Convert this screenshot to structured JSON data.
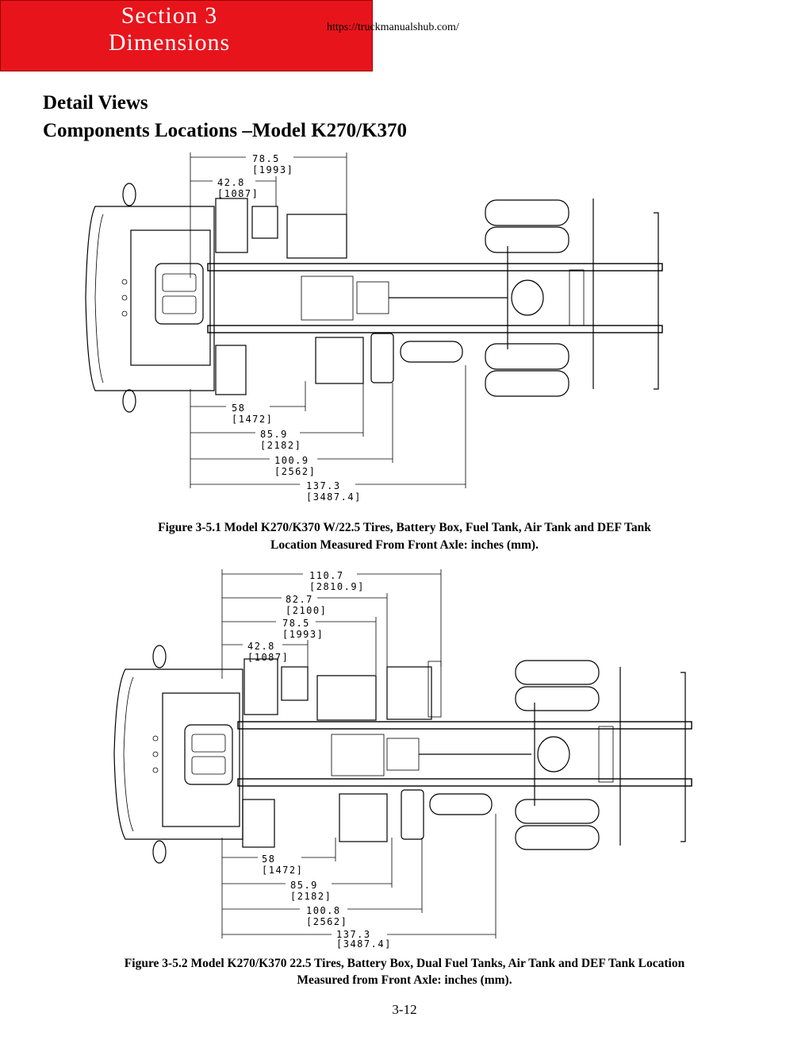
{
  "header": {
    "section_line1": "Section 3",
    "section_line2": "Dimensions",
    "url": "https://truckmanualshub.com/"
  },
  "heading": {
    "title": "Detail Views",
    "subtitle": "Components Locations –Model K270/K370"
  },
  "figure1": {
    "dimensions": [
      {
        "in": "78.5",
        "mm": "[1993]"
      },
      {
        "in": "42.8",
        "mm": "[1087]"
      },
      {
        "in": "58",
        "mm": "[1472]"
      },
      {
        "in": "85.9",
        "mm": "[2182]"
      },
      {
        "in": "100.9",
        "mm": "[2562]"
      },
      {
        "in": "137.3",
        "mm": "[3487.4]"
      }
    ],
    "caption_line1": "Figure  3-5.1 Model K270/K370 W/22.5 Tires, Battery Box, Fuel Tank, Air Tank and DEF Tank",
    "caption_line2": "Location Measured From Front Axle: inches (mm)."
  },
  "figure2": {
    "dimensions": [
      {
        "in": "110.7",
        "mm": "[2810.9]"
      },
      {
        "in": "82.7",
        "mm": "[2100]"
      },
      {
        "in": "78.5",
        "mm": "[1993]"
      },
      {
        "in": "42.8",
        "mm": "[1087]"
      },
      {
        "in": "58",
        "mm": "[1472]"
      },
      {
        "in": "85.9",
        "mm": "[2182]"
      },
      {
        "in": "100.8",
        "mm": "[2562]"
      },
      {
        "in": "137.3",
        "mm": "[3487.4]"
      }
    ],
    "caption_line1": "Figure  3-5.2 Model K270/K370 22.5 Tires, Battery Box, Dual Fuel Tanks, Air Tank and DEF Tank Location",
    "caption_line2": "Measured from Front Axle: inches (mm)."
  },
  "page_number": "3-12"
}
